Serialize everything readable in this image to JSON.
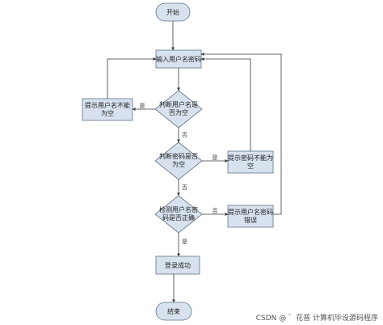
{
  "nodes": {
    "start": "开始",
    "input": "输入用户名密码",
    "check_user": [
      "判断用户名是",
      "否为空"
    ],
    "check_pwd": [
      "判断密码是否",
      "为空"
    ],
    "check_match": [
      "检测用户名密",
      "码是否正确"
    ],
    "tip_user": [
      "提示用户名不能",
      "为空"
    ],
    "tip_pwd": [
      "提示密码不能为",
      "空"
    ],
    "tip_match": [
      "提示用户名密码",
      "错误"
    ],
    "success": "登录成功",
    "end": "结束"
  },
  "edges": {
    "yes": "是",
    "no": "否"
  },
  "watermark": "CSDN @ ゛花普 计算机毕设源码程序",
  "colors": {
    "shape_fill": "#d7e2ee",
    "shape_stroke": "#5f7588"
  }
}
